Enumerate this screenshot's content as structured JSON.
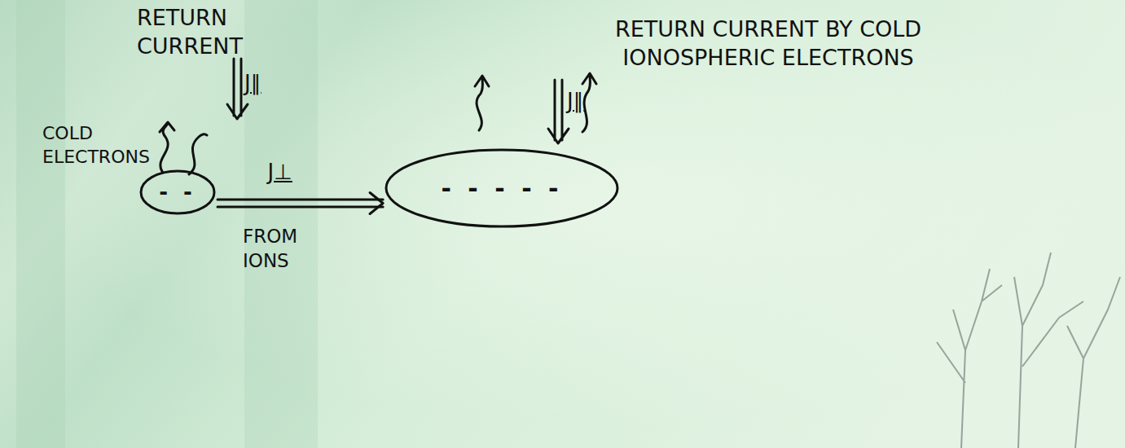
{
  "diagram": {
    "nodes": [
      {
        "text": [
          "- -"
        ]
      },
      {
        "text": [
          "- - - - -"
        ]
      }
    ],
    "edges": [
      {
        "from": 0,
        "to": 1,
        "arrow": "to",
        "label": "J⊥"
      }
    ],
    "labels": [
      "RETURN CURRENT",
      "J∥",
      "COLD ELECTRONS",
      "FROM IONS",
      "J∥",
      "RETURN CURRENT BY COLD IONOSPHERIC ELECTRONS"
    ]
  }
}
